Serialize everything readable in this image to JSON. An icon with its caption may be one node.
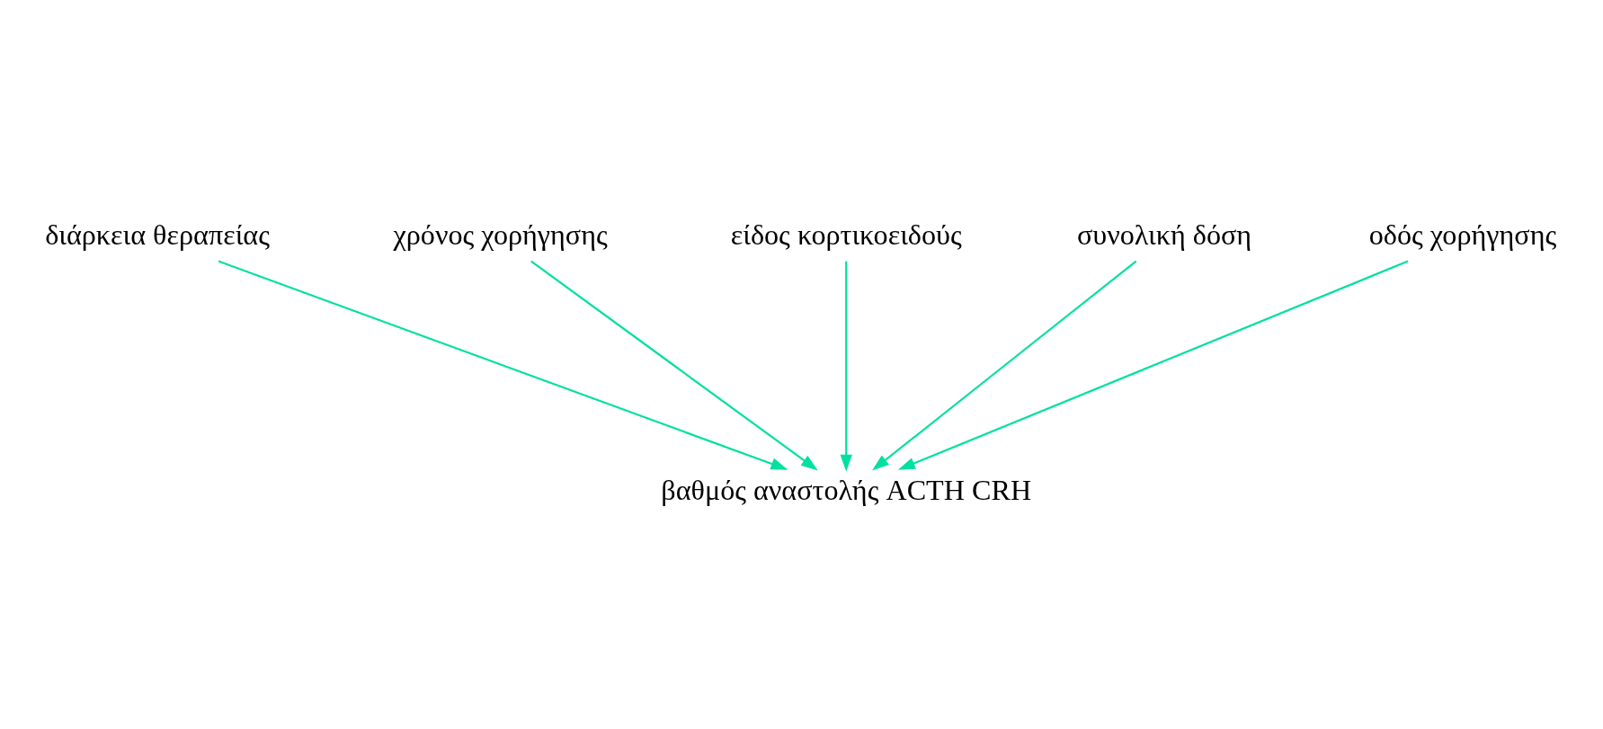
{
  "diagram": {
    "nodes": [
      {
        "text": [
          "διάρκεια θεραπείας"
        ]
      },
      {
        "text": [
          "χρόνος χορήγησης"
        ]
      },
      {
        "text": [
          "είδος κορτικοειδούς"
        ]
      },
      {
        "text": [
          "συνολική δόση"
        ]
      },
      {
        "text": [
          "οδός χορήγησης"
        ]
      },
      {
        "text": [
          "βαθμός αναστολής ACTH CRH"
        ]
      }
    ],
    "edges": [
      {
        "from": 0,
        "to": 5,
        "arrow": "to"
      },
      {
        "from": 1,
        "to": 5,
        "arrow": "to"
      },
      {
        "from": 2,
        "to": 5,
        "arrow": "to"
      },
      {
        "from": 3,
        "to": 5,
        "arrow": "to"
      },
      {
        "from": 4,
        "to": 5,
        "arrow": "to"
      }
    ]
  }
}
